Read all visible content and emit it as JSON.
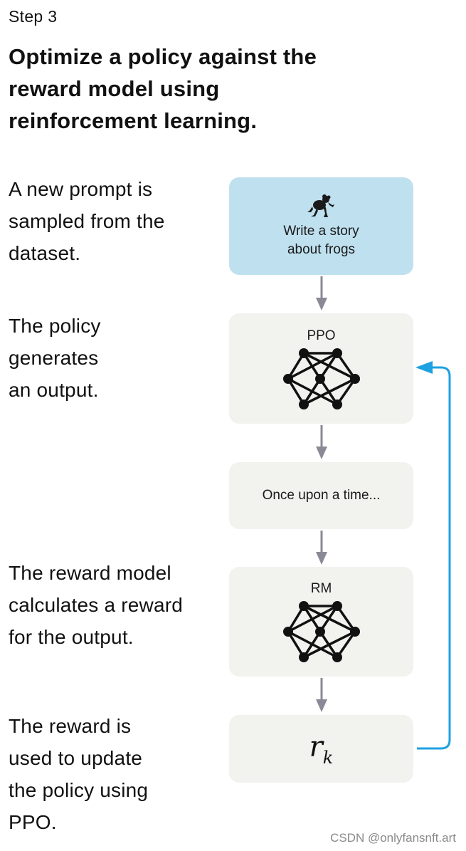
{
  "step_label": "Step 3",
  "title": "Optimize a policy against the reward model using reinforcement learning.",
  "descriptions": {
    "sample_prompt": "A new prompt is sampled from the dataset.",
    "policy_generates": "The policy generates an output.",
    "reward_calculated": "The reward model calculates a reward for the output.",
    "reward_update": "The reward is used to update the policy using PPO."
  },
  "prompt_box": {
    "icon": "frog-icon",
    "text": "Write a story about frogs"
  },
  "policy_box": {
    "label": "PPO",
    "icon": "neural-network-icon"
  },
  "output_box": {
    "text": "Once upon a time..."
  },
  "rm_box": {
    "label": "RM",
    "icon": "neural-network-icon"
  },
  "reward_box": {
    "symbol": "r",
    "subscript": "k"
  },
  "colors": {
    "prompt_fill": "#bfe0ef",
    "box_fill": "#f2f2ef",
    "arrow": "#8a8a96",
    "feedback_arrow": "#1da1e0"
  },
  "watermark": "CSDN @onlyfansnft.art"
}
